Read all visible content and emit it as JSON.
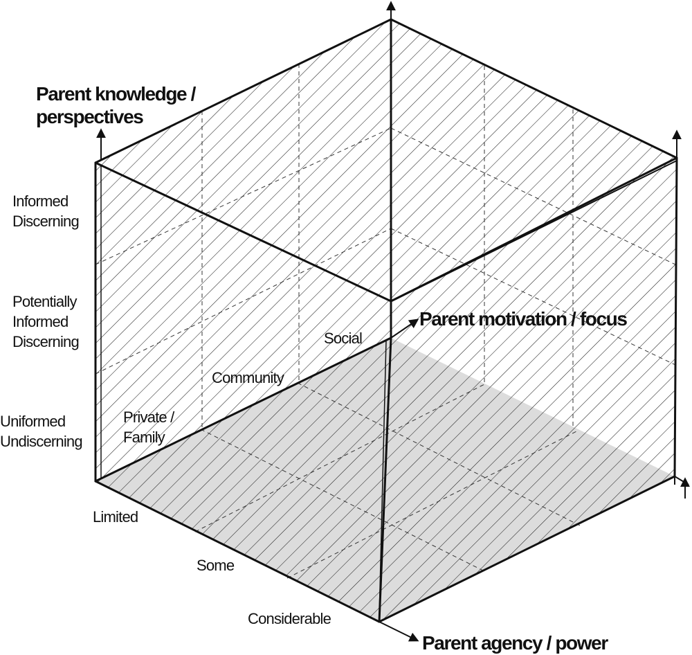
{
  "axes": {
    "knowledge": {
      "title_line1": "Parent knowledge /",
      "title_line2": "perspectives",
      "levels": [
        [
          "Uniformed",
          "Undiscerning"
        ],
        [
          "Potentially",
          "Informed",
          "Discerning"
        ],
        [
          "Informed",
          "Discerning"
        ]
      ]
    },
    "motivation": {
      "title": "Parent  motivation / focus",
      "levels": [
        [
          "Private /",
          "Family"
        ],
        [
          "Community"
        ],
        [
          "Social"
        ]
      ]
    },
    "agency": {
      "title": "Parent agency / power",
      "levels": [
        "Limited",
        "Some",
        "Considerable"
      ]
    }
  },
  "colors": {
    "line": "#111111",
    "hatch": "#222222",
    "floor_fill": "#dcdcdc",
    "background": "#ffffff"
  }
}
